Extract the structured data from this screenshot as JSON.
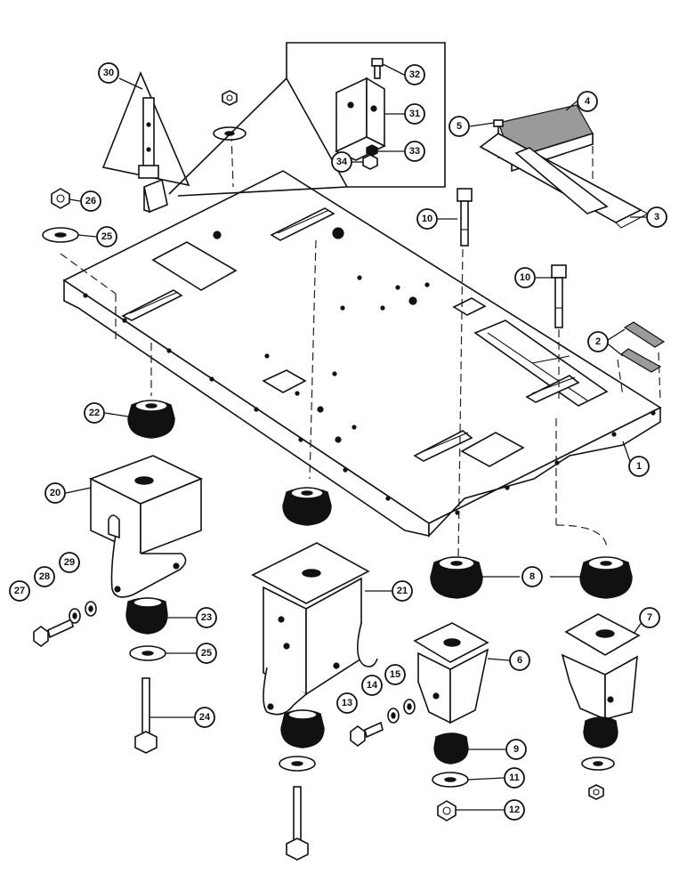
{
  "callouts": [
    {
      "id": "c1",
      "label": "1"
    },
    {
      "id": "c2",
      "label": "2"
    },
    {
      "id": "c3",
      "label": "3"
    },
    {
      "id": "c4",
      "label": "4"
    },
    {
      "id": "c5",
      "label": "5"
    },
    {
      "id": "c6",
      "label": "6"
    },
    {
      "id": "c7",
      "label": "7"
    },
    {
      "id": "c8",
      "label": "8"
    },
    {
      "id": "c9",
      "label": "9"
    },
    {
      "id": "c10a",
      "label": "10"
    },
    {
      "id": "c10b",
      "label": "10"
    },
    {
      "id": "c11",
      "label": "11"
    },
    {
      "id": "c12",
      "label": "12"
    },
    {
      "id": "c13",
      "label": "13"
    },
    {
      "id": "c14",
      "label": "14"
    },
    {
      "id": "c15",
      "label": "15"
    },
    {
      "id": "c20",
      "label": "20"
    },
    {
      "id": "c21",
      "label": "21"
    },
    {
      "id": "c22",
      "label": "22"
    },
    {
      "id": "c23",
      "label": "23"
    },
    {
      "id": "c24",
      "label": "24"
    },
    {
      "id": "c25a",
      "label": "25"
    },
    {
      "id": "c25b",
      "label": "25"
    },
    {
      "id": "c26",
      "label": "26"
    },
    {
      "id": "c27",
      "label": "27"
    },
    {
      "id": "c28",
      "label": "28"
    },
    {
      "id": "c29",
      "label": "29"
    },
    {
      "id": "c30",
      "label": "30"
    },
    {
      "id": "c31",
      "label": "31"
    },
    {
      "id": "c32",
      "label": "32"
    },
    {
      "id": "c33",
      "label": "33"
    },
    {
      "id": "c34",
      "label": "34"
    }
  ]
}
